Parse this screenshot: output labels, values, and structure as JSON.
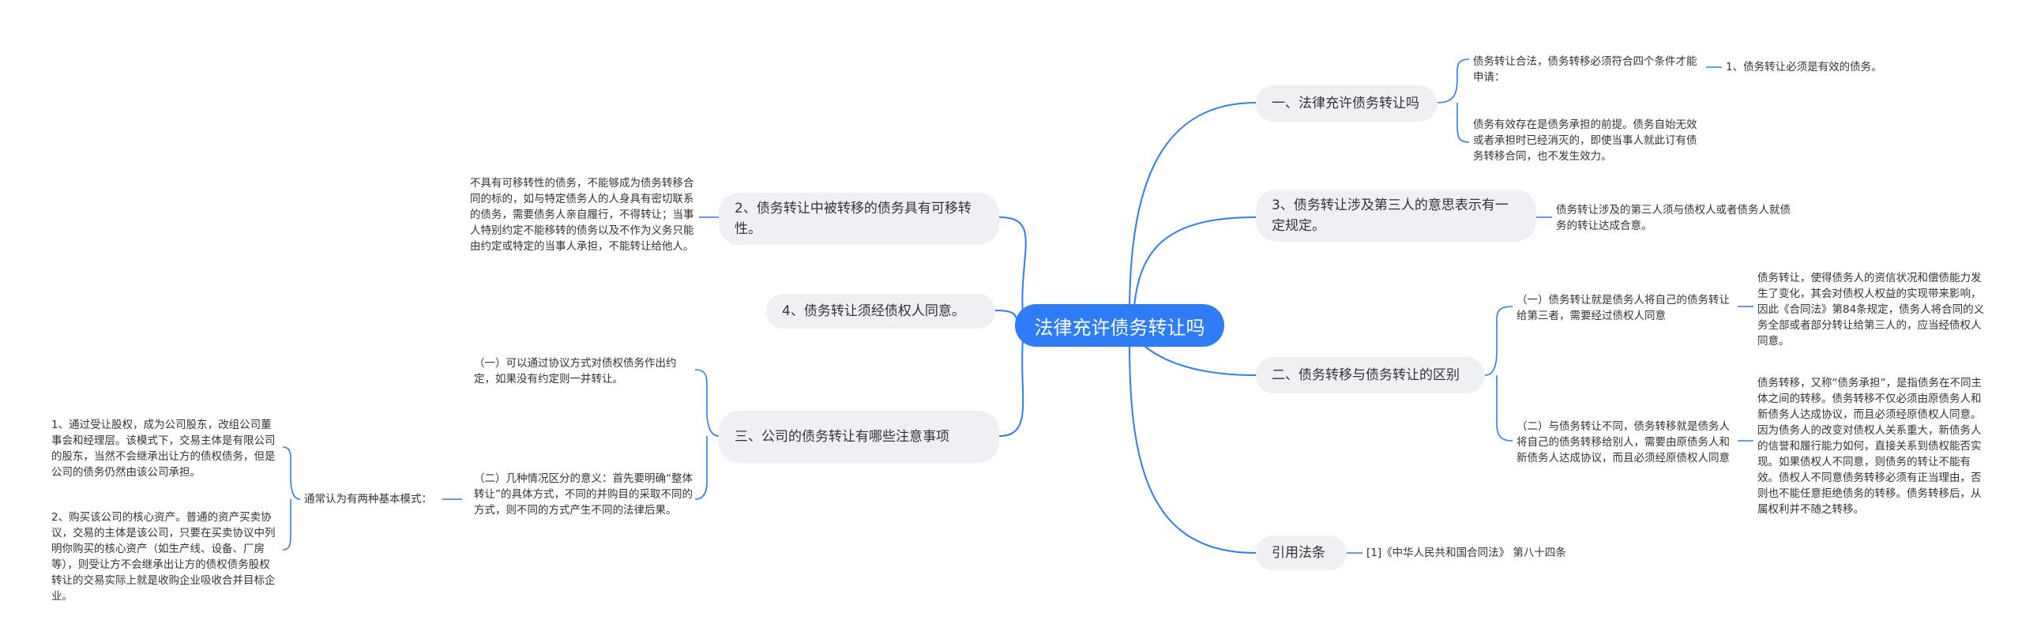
{
  "root": {
    "label": "法律充许债务转让吗"
  },
  "right": {
    "b1": {
      "label": "一、法律充许债务转让吗",
      "leaf_a": "债务转让合法，债务转移必须符合四个条件才能申请：",
      "leaf_a1": "1、债务转让必须是有效的债务。",
      "leaf_b": "债务有效存在是债务承担的前提。债务自始无效或者承担时已经消灭的，即使当事人就此订有债务转移合同，也不发生效力。"
    },
    "b2": {
      "label": "3、债务转让涉及第三人的意思表示有一定规定。",
      "leaf": "债务转让涉及的第三人须与债权人或者债务人就债务的转让达成合意。"
    },
    "b3": {
      "label": "二、债务转移与债务转让的区别",
      "sub1": "（一）债务转让就是债务人将自己的债务转让给第三者，需要经过债权人同意",
      "sub1_leaf": "债务转让，使得债务人的资信状况和偿债能力发生了变化，其会对债权人权益的实现带来影响，因此《合同法》第84条规定，债务人将合同的义务全部或者部分转让给第三人的，应当经债权人同意。",
      "sub2": "（二）与债务转让不同，债务转移就是债务人将自己的债务转移给别人，需要由原债务人和新债务人达成协议，而且必须经原债权人同意",
      "sub2_leaf": "债务转移，又称“债务承担”，是指债务在不同主体之间的转移。债务转移不仅必须由原债务人和新债务人达成协议，而且必须经原债权人同意。因为债务人的改变对债权人关系重大，新债务人的信誉和履行能力如何，直接关系到债权能否实现。如果债权人不同意，则债务的转让不能有效。债权人不同意债务转移必须有正当理由，否则也不能任意拒绝债务的转移。债务转移后，从属权利并不随之转移。"
    },
    "b4": {
      "label": "引用法条",
      "leaf": "[1]《中华人民共和国合同法》 第八十四条"
    }
  },
  "left": {
    "b1": {
      "label": "2、债务转让中被转移的债务具有可移转性。",
      "leaf": "不具有可移转性的债务，不能够成为债务转移合同的标的，如与特定债务人的人身具有密切联系的债务，需要债务人亲自履行，不得转让；当事人特别约定不能移转的债务以及不作为义务只能由约定或特定的当事人承担，不能转让给他人。"
    },
    "b2": {
      "label": "4、债务转让须经债权人同意。"
    },
    "b3": {
      "label": "三、公司的债务转让有哪些注意事项",
      "sub1": "（一）可以通过协议方式对债权债务作出约定，如果没有约定则一并转让。",
      "sub2": "（二）几种情况区分的意义：首先要明确“整体转让”的具体方式，不同的并购目的采取不同的方式，则不同的方式产生不同的法律后果。",
      "sub2_mid": "通常认为有两种基本模式：",
      "mode1": "1、通过受让股权，成为公司股东，改组公司董事会和经理层。该模式下，交易主体是有限公司的股东，当然不会继承出让方的债权债务，但是公司的债务仍然由该公司承担。",
      "mode2": "2、购买该公司的核心资产。普通的资产买卖协议，交易的主体是该公司，只要在买卖协议中列明你购买的核心资产（如生产线、设备、厂房等），则受让方不会继承出让方的债权债务股权转让的交易实际上就是收购企业吸收合并目标企业。"
    }
  }
}
